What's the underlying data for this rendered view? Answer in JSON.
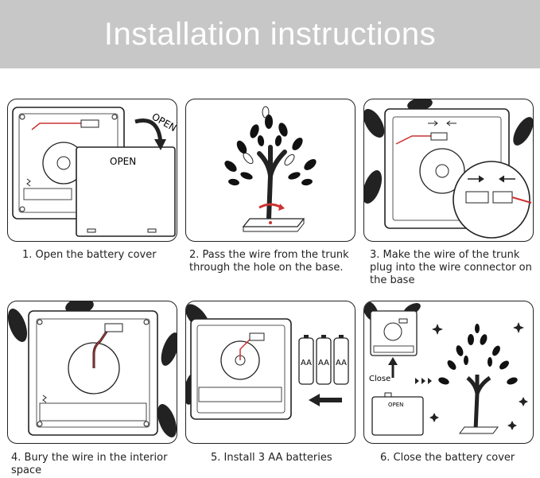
{
  "header": {
    "title": "Installation instructions",
    "background": "#c7c7c7"
  },
  "steps": [
    {
      "caption": "1. Open the battery cover",
      "labels": {
        "open_arrow": "OPEN",
        "cover": "OPEN"
      }
    },
    {
      "caption": "2. Pass the wire from the trunk through the hole on the base."
    },
    {
      "caption": "3. Make the wire of the trunk plug into the wire connector on the base"
    },
    {
      "caption": "4. Bury the wire in the interior space"
    },
    {
      "caption": "5. Install 3 AA batteries",
      "labels": {
        "battery": "AA"
      }
    },
    {
      "caption": "6. Close the battery cover",
      "labels": {
        "close": "Close",
        "cover": "OPEN"
      }
    }
  ]
}
